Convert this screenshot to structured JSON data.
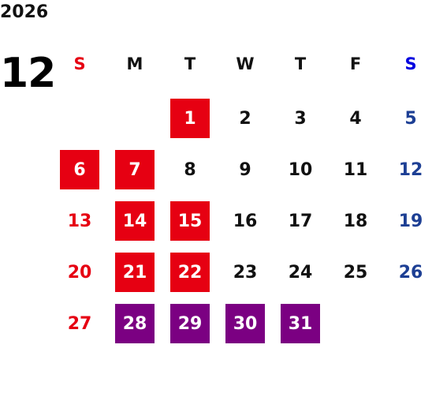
{
  "calendar": {
    "year": "2026",
    "month": "12",
    "weekdays": [
      "S",
      "M",
      "T",
      "W",
      "T",
      "F",
      "S"
    ],
    "first_weekday_index": 2,
    "days_in_month": 31,
    "highlighted_red_days": [
      1,
      6,
      7,
      14,
      15,
      21,
      22
    ],
    "highlighted_purple_days": [
      28,
      29,
      30,
      31
    ]
  },
  "colors": {
    "sunday": "#e60012",
    "saturday": "#1d3f94",
    "weekday": "#111111",
    "red_fill": "#e60012",
    "purple_fill": "#7b0082",
    "filled_text": "#ffffff",
    "header_sunday": "#e60012",
    "header_saturday": "#0000e0"
  }
}
